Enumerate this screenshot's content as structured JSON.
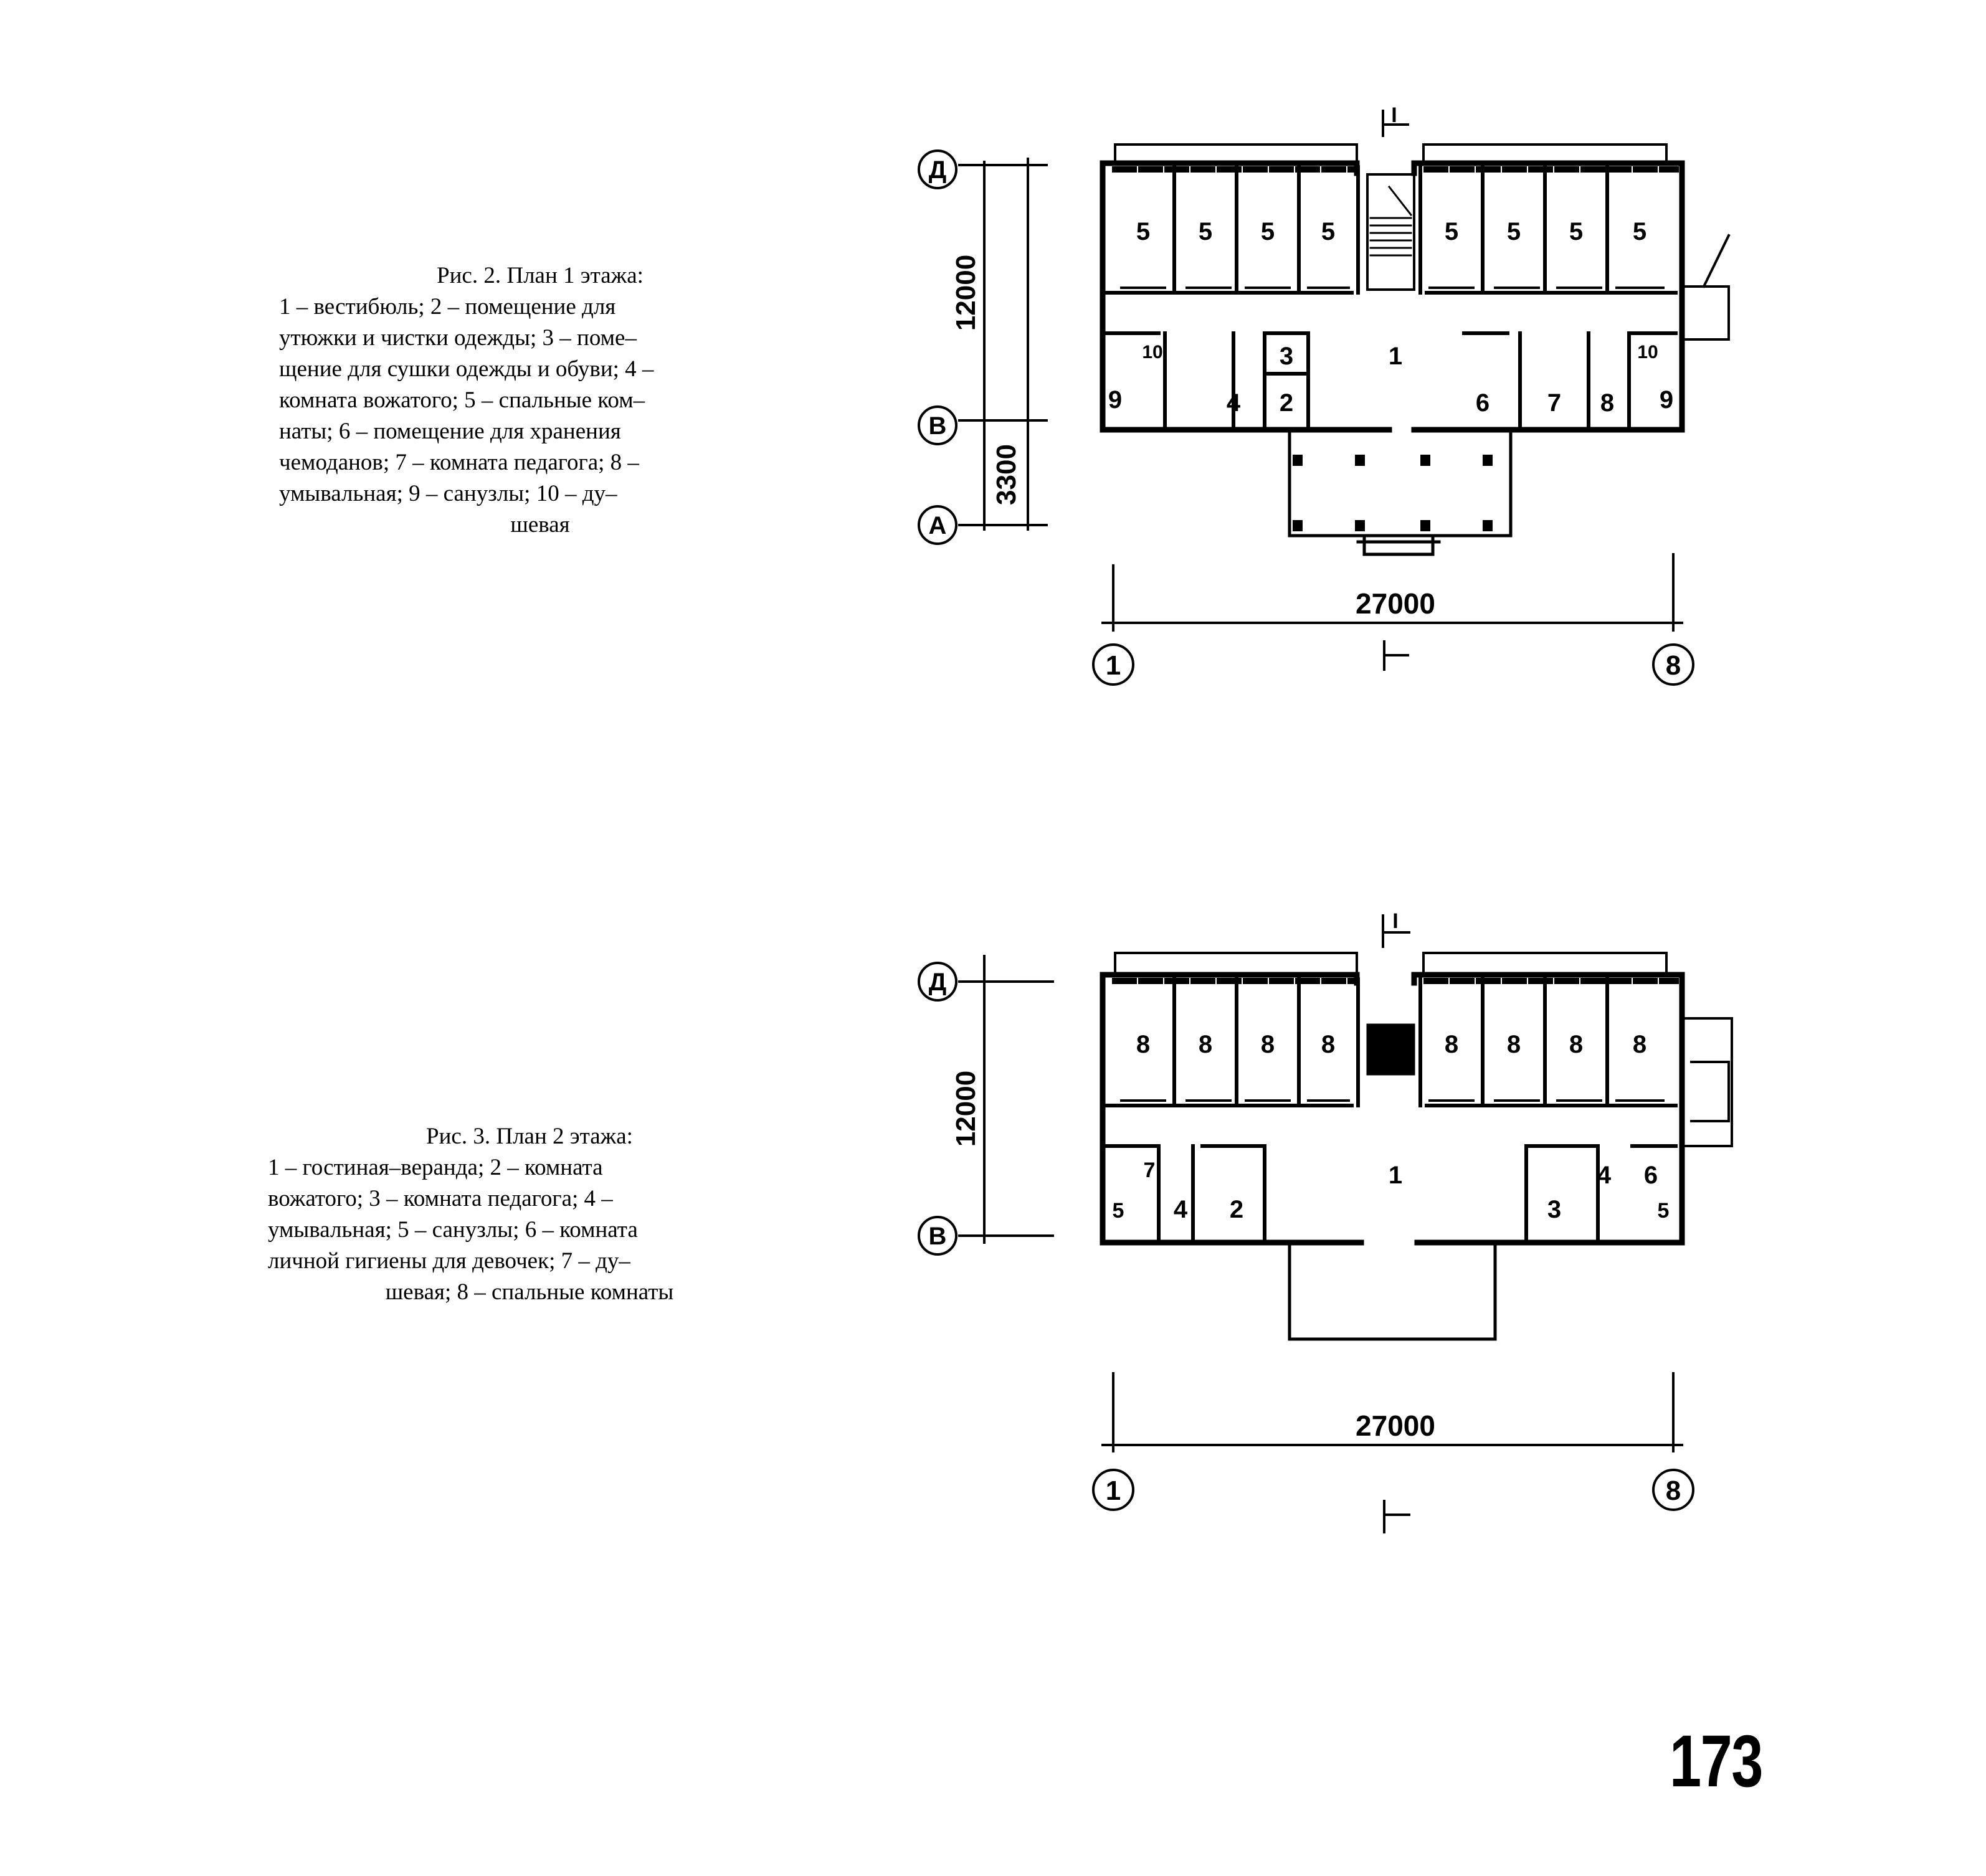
{
  "figure2": {
    "caption_title": "Рис. 2. План 1 этажа:",
    "caption_lines": [
      "1 – вестибюль;  2 – помещение для",
      "утюжки и чистки одежды;  3 – поме–",
      "щение для сушки одежды и обуви; 4 –",
      "комната вожатого; 5 – спальные ком–",
      "наты; 6 – помещение для хранения",
      "чемоданов; 7 – комната педагога; 8 –",
      "умывальная; 9 – санузлы;  10 – ду–",
      "шевая"
    ],
    "axis_top": "Д",
    "axis_mid": "В",
    "axis_bottom": "А",
    "axis_left": "1",
    "axis_right": "8",
    "dim_height": "12000",
    "dim_porch": "3300",
    "dim_width": "27000",
    "section_mark": "I",
    "room_labels": [
      "5",
      "5",
      "5",
      "5",
      "5",
      "5",
      "5",
      "5",
      "1",
      "3",
      "2",
      "4",
      "6",
      "7",
      "8",
      "9",
      "9",
      "10",
      "10"
    ]
  },
  "figure3": {
    "caption_title": "Рис. 3. План 2 этажа:",
    "caption_lines": [
      "1 – гостиная–веранда;  2 – комната",
      "вожатого; 3 – комната педагога; 4 –",
      "умывальная; 5 – санузлы; 6 – комната",
      "личной гигиены для девочек; 7 – ду–",
      "шевая; 8 – спальные комнаты"
    ],
    "axis_top": "Д",
    "axis_mid": "В",
    "axis_left": "1",
    "axis_right": "8",
    "dim_height": "12000",
    "dim_width": "27000",
    "section_mark": "I",
    "room_labels": [
      "8",
      "8",
      "8",
      "8",
      "8",
      "8",
      "8",
      "8",
      "1",
      "7",
      "5",
      "4",
      "2",
      "3",
      "4",
      "6",
      "5"
    ]
  },
  "page_number": "173"
}
